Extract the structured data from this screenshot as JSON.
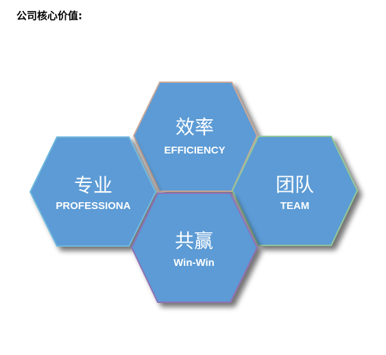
{
  "heading": "公司核心价值:",
  "values": [
    {
      "title": "效率",
      "subtitle": "EFFICIENCY"
    },
    {
      "title": "专业",
      "subtitle": "PROFESSIONA"
    },
    {
      "title": "团队",
      "subtitle": "TEAM"
    },
    {
      "title": "共赢",
      "subtitle": "Win-Win"
    }
  ],
  "colors": {
    "hex_fill": "#5b9bd5",
    "text": "#ffffff"
  }
}
